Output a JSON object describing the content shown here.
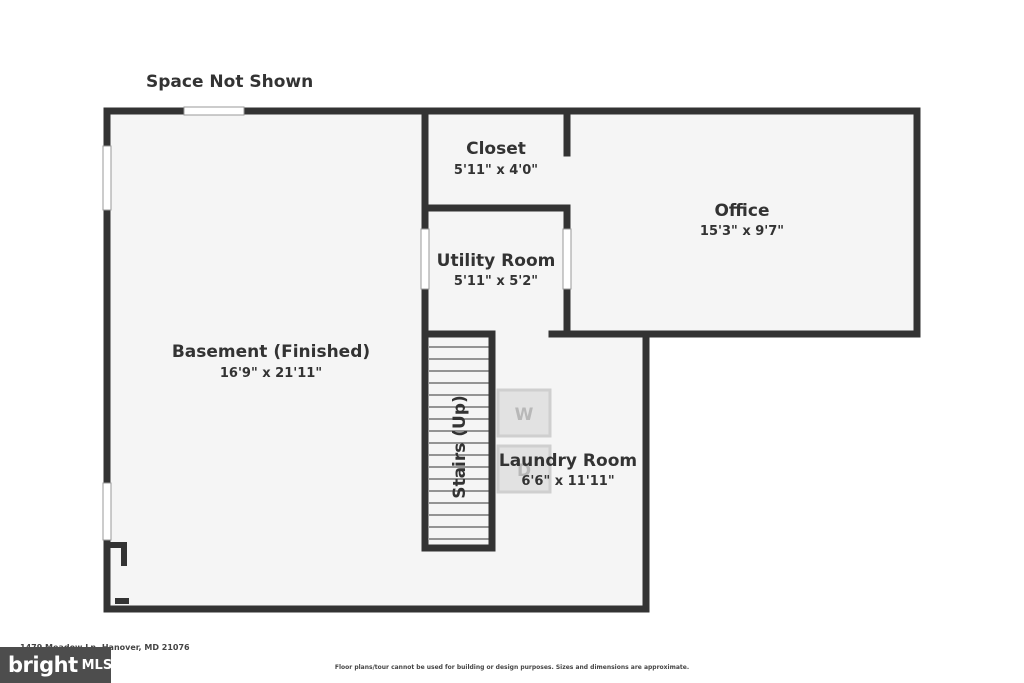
{
  "title": "Space Not Shown",
  "rooms": {
    "basement": {
      "name": "Basement (Finished)",
      "dims": "16'9\" x 21'11\""
    },
    "closet": {
      "name": "Closet",
      "dims": "5'11\" x 4'0\""
    },
    "office": {
      "name": "Office",
      "dims": "15'3\" x 9'7\""
    },
    "utility": {
      "name": "Utility Room",
      "dims": "5'11\" x 5'2\""
    },
    "laundry": {
      "name": "Laundry Room",
      "dims": "6'6\" x 11'11\""
    },
    "stairs": {
      "name": "Stairs (Up)"
    }
  },
  "appliances": {
    "washer": "W",
    "dryer": "D"
  },
  "footer": {
    "address": "1479 Meadow Ln, Hanover, MD 21076",
    "disclaimer": "Floor plans/tour cannot be used for building or design purposes. Sizes and dimensions are approximate."
  },
  "logo": {
    "brand": "bright",
    "suffix": "MLS"
  },
  "colors": {
    "wall": "#333333",
    "floor": "#f5f5f5",
    "text": "#333333",
    "logo_bg": "#4d4d4d"
  }
}
